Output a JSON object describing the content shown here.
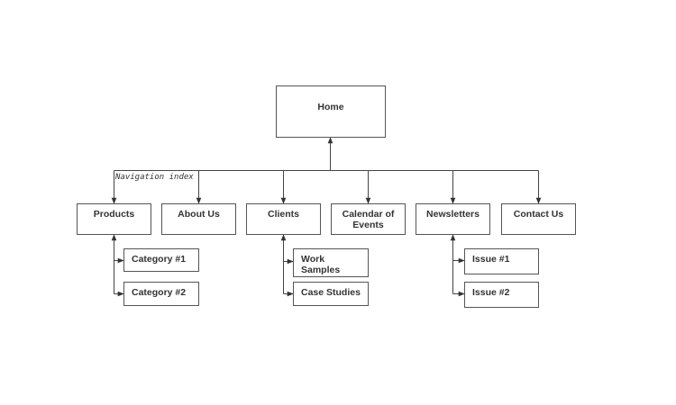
{
  "diagram": {
    "home": "Home",
    "navigation_label": "Navigation index",
    "sections": {
      "products": "Products",
      "about_us": "About Us",
      "clients": "Clients",
      "calendar_of_events": "Calendar of Events",
      "newsletters": "Newsletters",
      "contact_us": "Contact Us"
    },
    "subpages": {
      "category_1": "Category #1",
      "category_2": "Category #2",
      "work_samples": "Work Samples",
      "case_studies": "Case Studies",
      "issue_1": "Issue #1",
      "issue_2": "Issue #2"
    }
  }
}
